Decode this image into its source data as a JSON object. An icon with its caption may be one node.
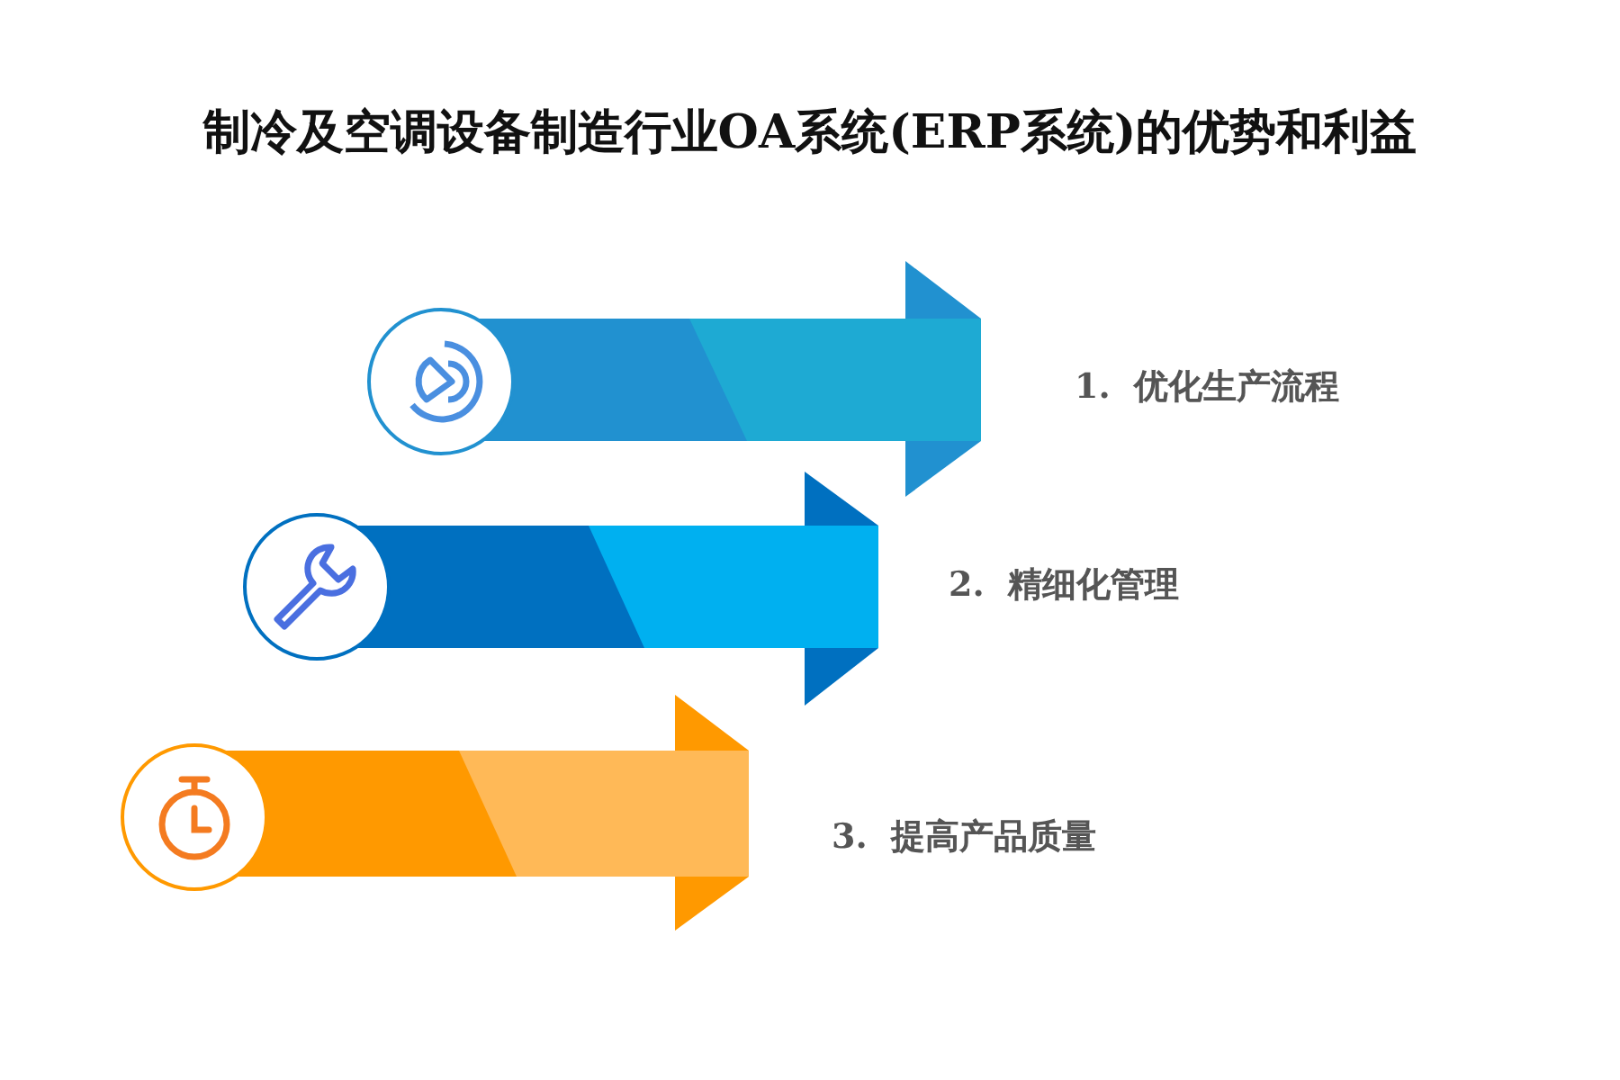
{
  "diagram": {
    "title": "制冷及空调设备制造行业OA系统(ERP系统)的优势和利益",
    "labels": [
      "1.  优化生产流程",
      "2.  精细化管理",
      "3.  提高产品质量"
    ]
  }
}
